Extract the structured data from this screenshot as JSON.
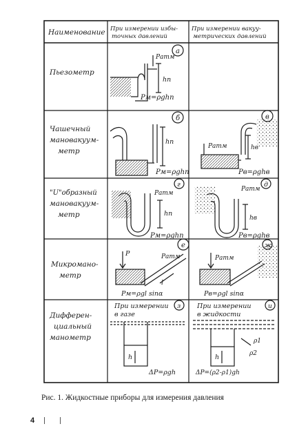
{
  "table": {
    "headers": {
      "name": "Наименование",
      "gas": "При измерении избы-точных давлений",
      "vacuum": "При измерении вакуу-метрических давлений"
    },
    "rows": [
      {
        "name": [
          "Пьезометр"
        ],
        "gas_label": "а",
        "gas_formulas": [
          "Pатм",
          "hп",
          "Pм=ρghп"
        ],
        "vacuum_label": "",
        "vacuum_formulas": []
      },
      {
        "name": [
          "Чашечный",
          "мановакуум-",
          "метр"
        ],
        "gas_label": "б",
        "gas_formulas": [
          "hп",
          "Pм=ρghп"
        ],
        "vacuum_label": "в",
        "vacuum_formulas": [
          "Pатм",
          "hв",
          "Pв=ρghв"
        ]
      },
      {
        "name": [
          "\"U\"образный",
          "мановакуум-",
          "метр"
        ],
        "gas_label": "г",
        "gas_formulas": [
          "Pатм",
          "hп",
          "Pм=ρghп"
        ],
        "vacuum_label": "д",
        "vacuum_formulas": [
          "Pатм",
          "hв",
          "Pв=ρghв"
        ]
      },
      {
        "name": [
          "Микромано-",
          "метр"
        ],
        "gas_label": "е",
        "gas_formulas": [
          "P",
          "Pатм",
          "l",
          "Pм=ρgl sinα"
        ],
        "vacuum_label": "ж",
        "vacuum_formulas": [
          "Pатм",
          "Pв=ρgl sinα"
        ]
      },
      {
        "name": [
          "Дифферен-",
          "циальный",
          "манометр"
        ],
        "gas_label": "з",
        "gas_title": [
          "При измерении",
          "в газе"
        ],
        "gas_formulas": [
          "h",
          "ΔP=ρgh"
        ],
        "vacuum_label": "и",
        "vacuum_title": [
          "При измерении",
          "в жидкости"
        ],
        "vacuum_formulas": [
          "h",
          "ρ1",
          "ρ2",
          "ΔP=(ρ2-ρ1)gh"
        ]
      }
    ]
  },
  "caption": "Рис. 1. Жидкостные приборы для измерения давления",
  "page_number": "4"
}
